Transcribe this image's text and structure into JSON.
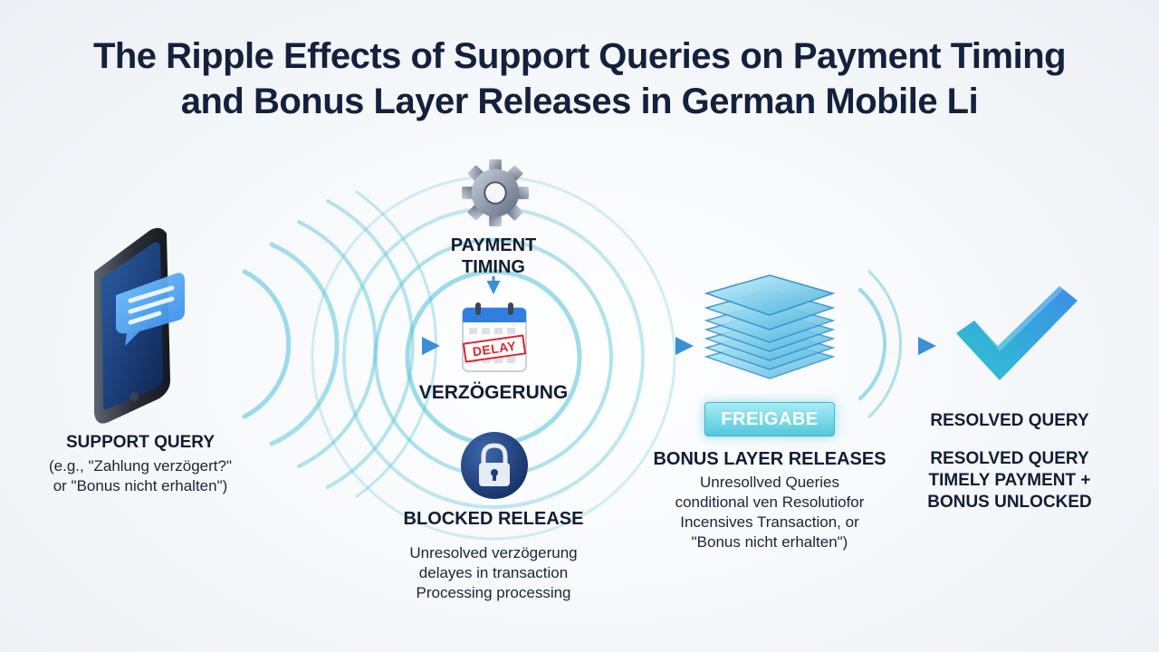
{
  "title": {
    "line1": "The Ripple Effects of Support Queries on Payment Timing",
    "line2": "and Bonus Layer Releases in German Mobile Li"
  },
  "support_query": {
    "label": "SUPPORT QUERY",
    "sub_line1": "(e.g., \"Zahlung verzögert?\"",
    "sub_line2": "or \"Bonus nicht erhalten\")"
  },
  "payment_timing": {
    "label_line1": "PAYMENT",
    "label_line2": "TIMING",
    "delay_stamp": "DELAY",
    "status": "VERZÖGERUNG"
  },
  "blocked_release": {
    "label": "BLOCKED RELEASE",
    "sub_line1": "Unresolved verzögerung",
    "sub_line2": "delayes in transaction",
    "sub_line3": "Processing processing"
  },
  "bonus_layer": {
    "badge": "FREIGABE",
    "label": "BONUS LAYER RELEASES",
    "sub_line1": "Unresollved Queries",
    "sub_line2": "conditional ven Resolutiofor",
    "sub_line3": "Incensives Transaction, or",
    "sub_line4": "\"Bonus nicht erhalten\")"
  },
  "resolved": {
    "heading": "RESOLVED QUERY",
    "line1": "RESOLVED QUERY",
    "line2": "TIMELY PAYMENT +",
    "line3": "BONUS UNLOCKED"
  },
  "icons": [
    "smartphone-icon",
    "chat-bubble-icon",
    "gear-icon",
    "calendar-icon",
    "lock-icon",
    "layers-icon",
    "checkmark-icon"
  ],
  "colors": {
    "ripple": "#4fc1d8",
    "arrow": "#3a8fd6",
    "title": "#14213d",
    "accent_blue": "#2f7fe0",
    "delay_red": "#d9262c",
    "lock_navy": "#1f3f7a"
  }
}
